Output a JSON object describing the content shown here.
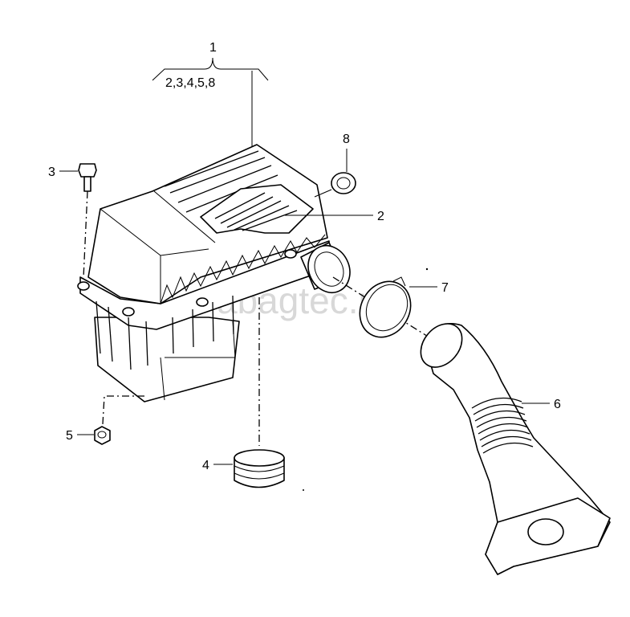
{
  "callouts": {
    "c1": "1",
    "c1_sub": "2,3,4,5,8",
    "c2": "2",
    "c3": "3",
    "c4": "4",
    "c5": "5",
    "c6": "6",
    "c7": "7",
    "c8": "8"
  },
  "watermark": "abagtec.ru",
  "parts": {
    "p1": "air-filter-housing",
    "p2": "filter-element",
    "p3": "bolt",
    "p4": "sleeve",
    "p5": "nut",
    "p6": "intake-hose",
    "p7": "hose-clamp",
    "p8": "grommet"
  }
}
